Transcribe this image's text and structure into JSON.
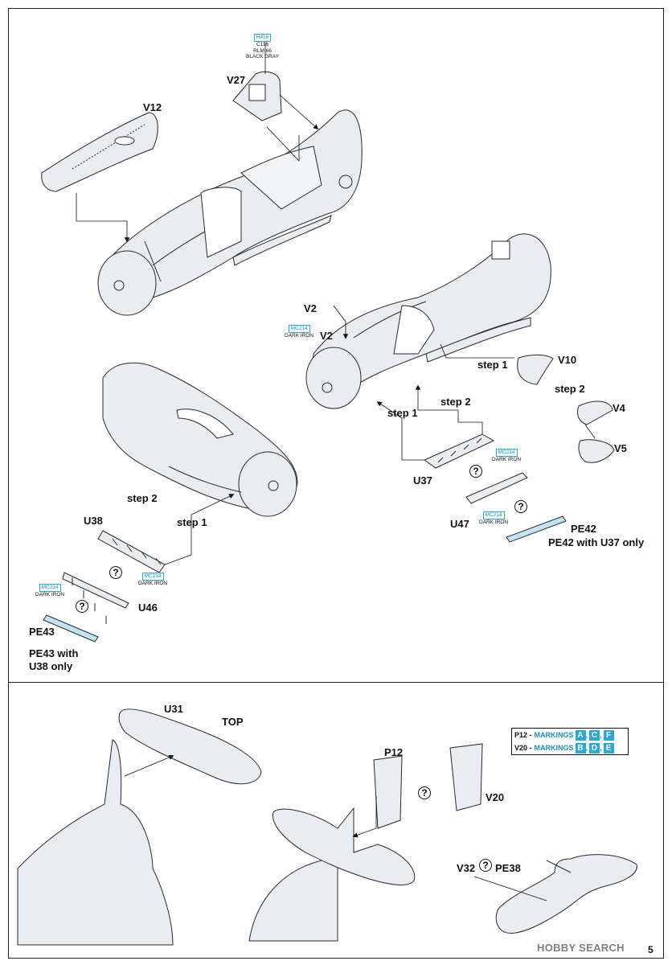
{
  "labels": {
    "v12": "V12",
    "v27": "V27",
    "v2a": "V2",
    "v2b": "V2",
    "v10": "V10",
    "v4": "V4",
    "v5": "V5",
    "u37": "U37",
    "u38": "U38",
    "u46": "U46",
    "u47": "U47",
    "pe42": "PE42",
    "pe43": "PE43",
    "u31": "U31",
    "top": "TOP",
    "p12": "P12",
    "v20": "V20",
    "v32": "V32",
    "pe38": "PE38"
  },
  "steps": {
    "r_step1": "step 1",
    "r_step2": "step 2",
    "r_step1b": "step 1",
    "r_step2b": "step 2",
    "l_step2": "step 2",
    "l_step1": "step 1"
  },
  "notes": {
    "pe42_note": "PE42 with U37 only",
    "pe43_line1": "PE43 with",
    "pe43_line2": "U38 only"
  },
  "paints": {
    "top": {
      "code": "H416",
      "line1": "C116",
      "line2": "RLM 66",
      "line3": "BLACK GRAY"
    },
    "v2": {
      "code": "MC214",
      "line1": "DARK IRON"
    },
    "u37": {
      "code": "MC214",
      "line1": "DARK IRON"
    },
    "u47": {
      "code": "MC214",
      "line1": "DARK IRON"
    },
    "u38": {
      "code": "MC214",
      "line1": "DARK IRON"
    },
    "u46": {
      "code": "MC214",
      "line1": "DARK IRON"
    }
  },
  "question": "?",
  "markings": {
    "row1": {
      "part": "P12 -",
      "word": "MARKINGS",
      "letters": [
        "A",
        "C",
        "F"
      ]
    },
    "row2": {
      "part": "V20 -",
      "word": "MARKINGS",
      "letters": [
        "B",
        "D",
        "E"
      ]
    }
  },
  "watermark": "HOBBY SEARCH",
  "page_number": "5",
  "colors": {
    "line": "#2a2a2a",
    "fill": "#e9ecf0",
    "accent": "#29a9d6",
    "logo": "#7d8087"
  }
}
